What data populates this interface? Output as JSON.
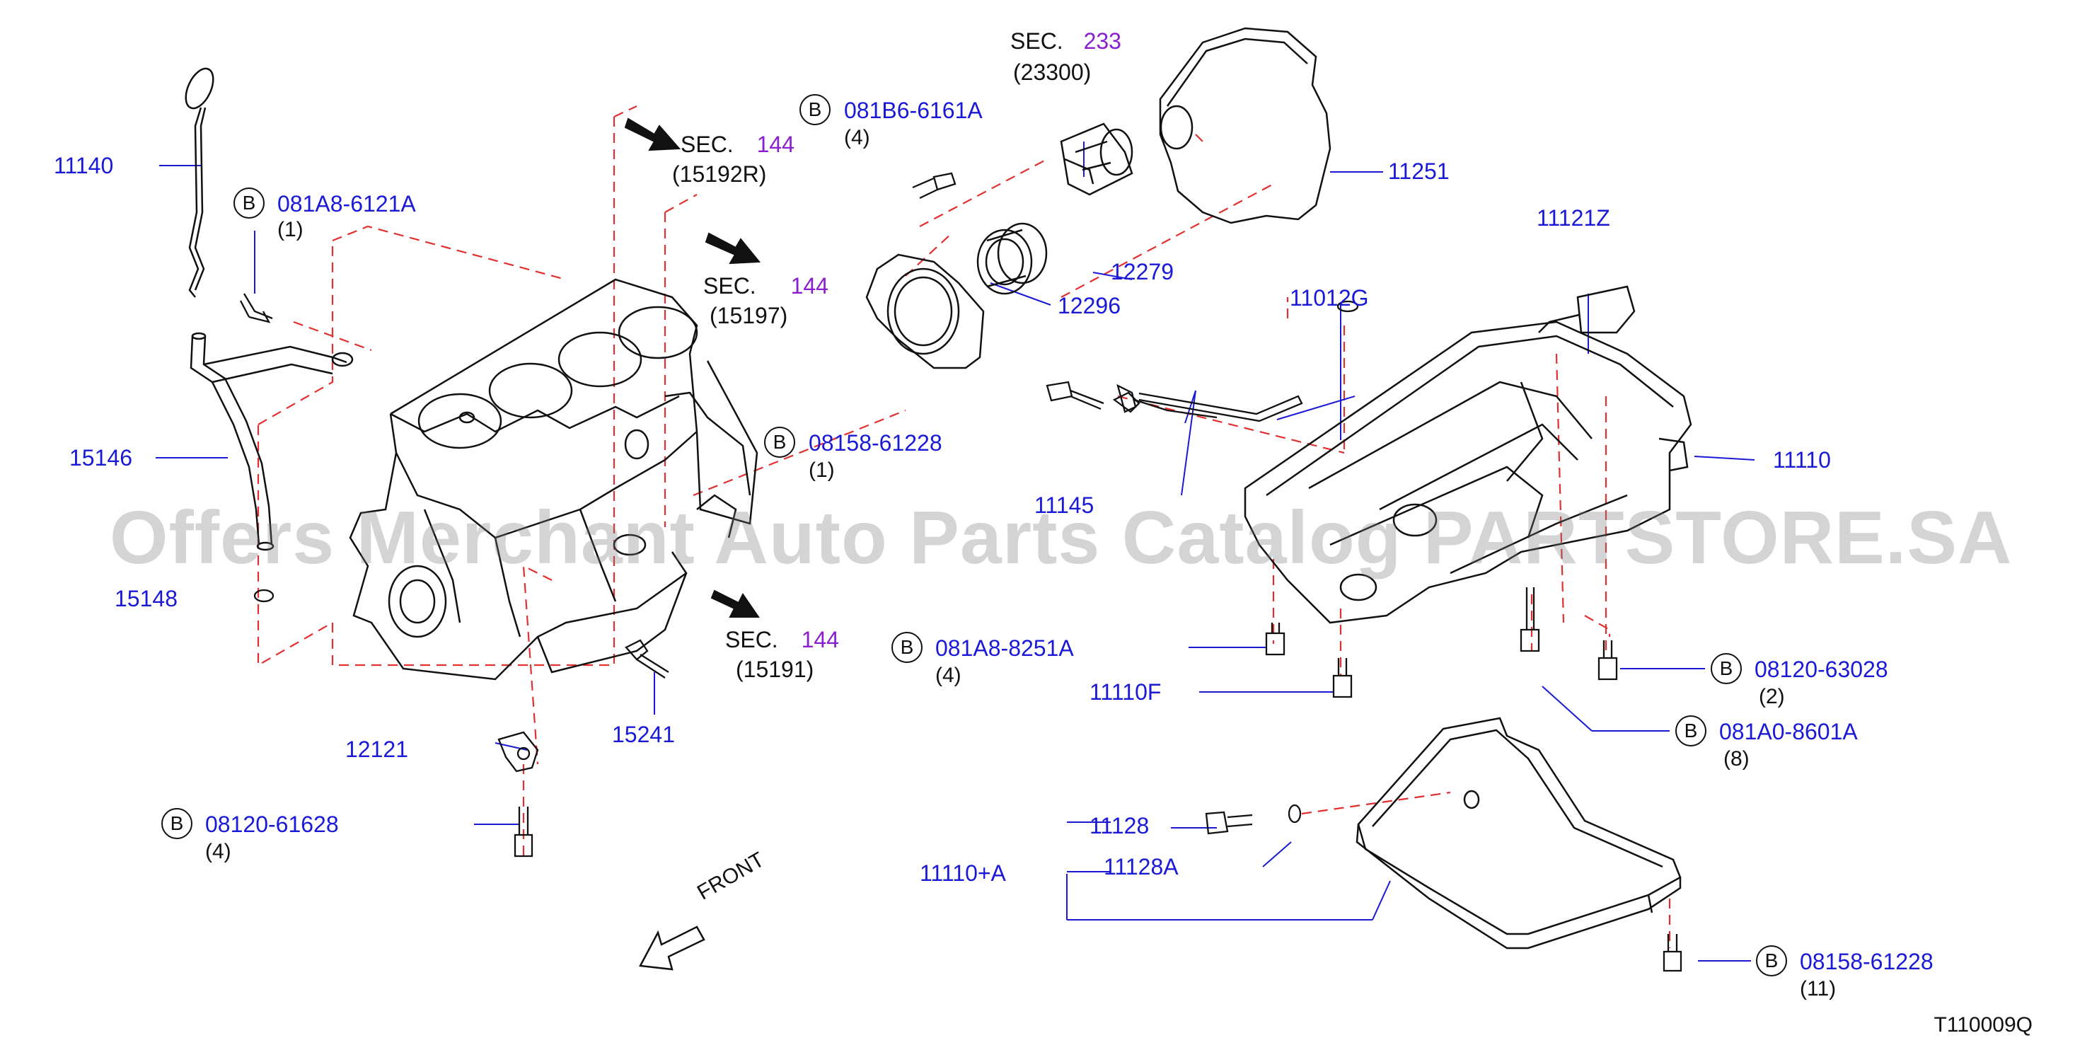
{
  "watermark": "Offers Merchant Auto Parts Catalog PARTSTORE.SA",
  "diagram_code": "T110009Q",
  "front_label": "FRONT",
  "bolt_prefix": "B",
  "parts": {
    "p11140": "11140",
    "p15146": "15146",
    "p15148": "15148",
    "p12121": "12121",
    "p15241": "15241",
    "p12279": "12279",
    "p12296": "12296",
    "p11251": "11251",
    "p11121Z": "11121Z",
    "p11012G": "11012G",
    "p11145": "11145",
    "p11110": "11110",
    "p11110F": "11110F",
    "p11128": "11128",
    "p11128A": "11128A",
    "p11110A": "11110+A"
  },
  "bolts": {
    "b1": {
      "num": "081A8-6121A",
      "qty": "(1)"
    },
    "b2": {
      "num": "081B6-6161A",
      "qty": "(4)"
    },
    "b3": {
      "num": "08158-61228",
      "qty": "(1)"
    },
    "b4": {
      "num": "081A8-8251A",
      "qty": "(4)"
    },
    "b5": {
      "num": "08120-61628",
      "qty": "(4)"
    },
    "b6": {
      "num": "08120-63028",
      "qty": "(2)"
    },
    "b7": {
      "num": "081A0-8601A",
      "qty": "(8)"
    },
    "b8": {
      "num": "08158-61228",
      "qty": "(11)"
    }
  },
  "sections": {
    "s1": {
      "label": "SEC.",
      "num": "144",
      "sub": "(15192R)"
    },
    "s2": {
      "label": "SEC.",
      "num": "144",
      "sub": "(15197)"
    },
    "s3": {
      "label": "SEC.",
      "num": "144",
      "sub": "(15191)"
    },
    "s4": {
      "label": "SEC.",
      "num": "233",
      "sub": "(23300)"
    }
  },
  "colors": {
    "part_number": "#1a1ad6",
    "section_number": "#8a1fd0",
    "dashed_line": "#e23030",
    "drawing": "#111111"
  }
}
